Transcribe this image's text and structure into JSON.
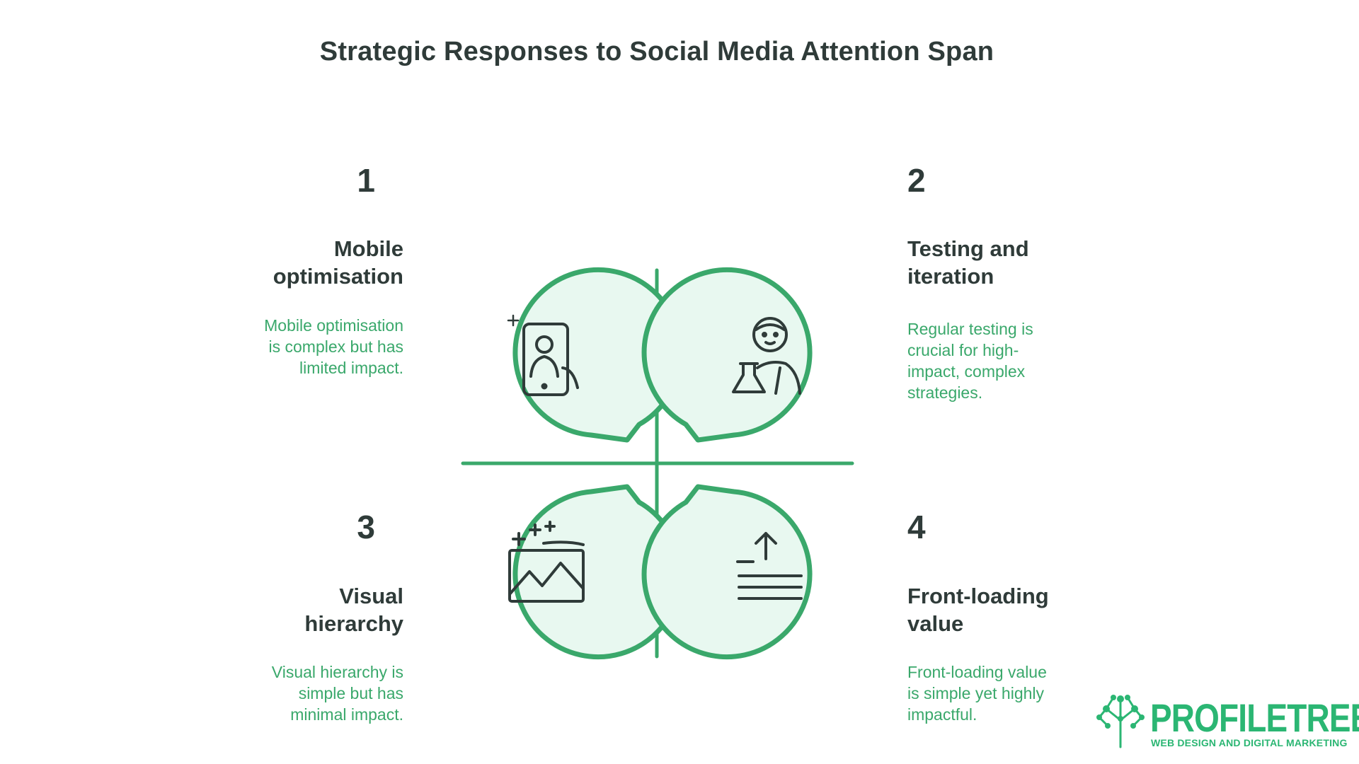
{
  "title": "Strategic Responses to Social Media Attention Span",
  "colors": {
    "accent": "#3aa86b",
    "bubble_fill": "#e8f8f0",
    "bubble_stroke": "#3aa86b",
    "text_dark": "#2f3b39",
    "brand": "#2bb673"
  },
  "items": [
    {
      "number": "1",
      "heading_line1": "Mobile",
      "heading_line2": "optimisation",
      "desc_line1": "Mobile optimisation",
      "desc_line2": "is complex but has",
      "desc_line3": "limited impact.",
      "icon": "mobile-phone-selfie-icon"
    },
    {
      "number": "2",
      "heading_line1": "Testing and",
      "heading_line2": "iteration",
      "desc_line1": "Regular testing is",
      "desc_line2": "crucial for high-",
      "desc_line3": "impact, complex",
      "desc_line4": "strategies.",
      "icon": "scientist-flask-icon"
    },
    {
      "number": "3",
      "heading_line1": "Visual",
      "heading_line2": "hierarchy",
      "desc_line1": "Visual hierarchy is",
      "desc_line2": "simple but has",
      "desc_line3": "minimal impact.",
      "icon": "image-sparkle-icon"
    },
    {
      "number": "4",
      "heading_line1": "Front-loading",
      "heading_line2": "value",
      "desc_line1": "Front-loading value",
      "desc_line2": "is simple yet highly",
      "desc_line3": "impactful.",
      "icon": "upload-lines-icon"
    }
  ],
  "logo": {
    "name": "PROFILETREE",
    "tagline": "WEB DESIGN AND DIGITAL MARKETING",
    "icon": "tree-network-icon"
  }
}
